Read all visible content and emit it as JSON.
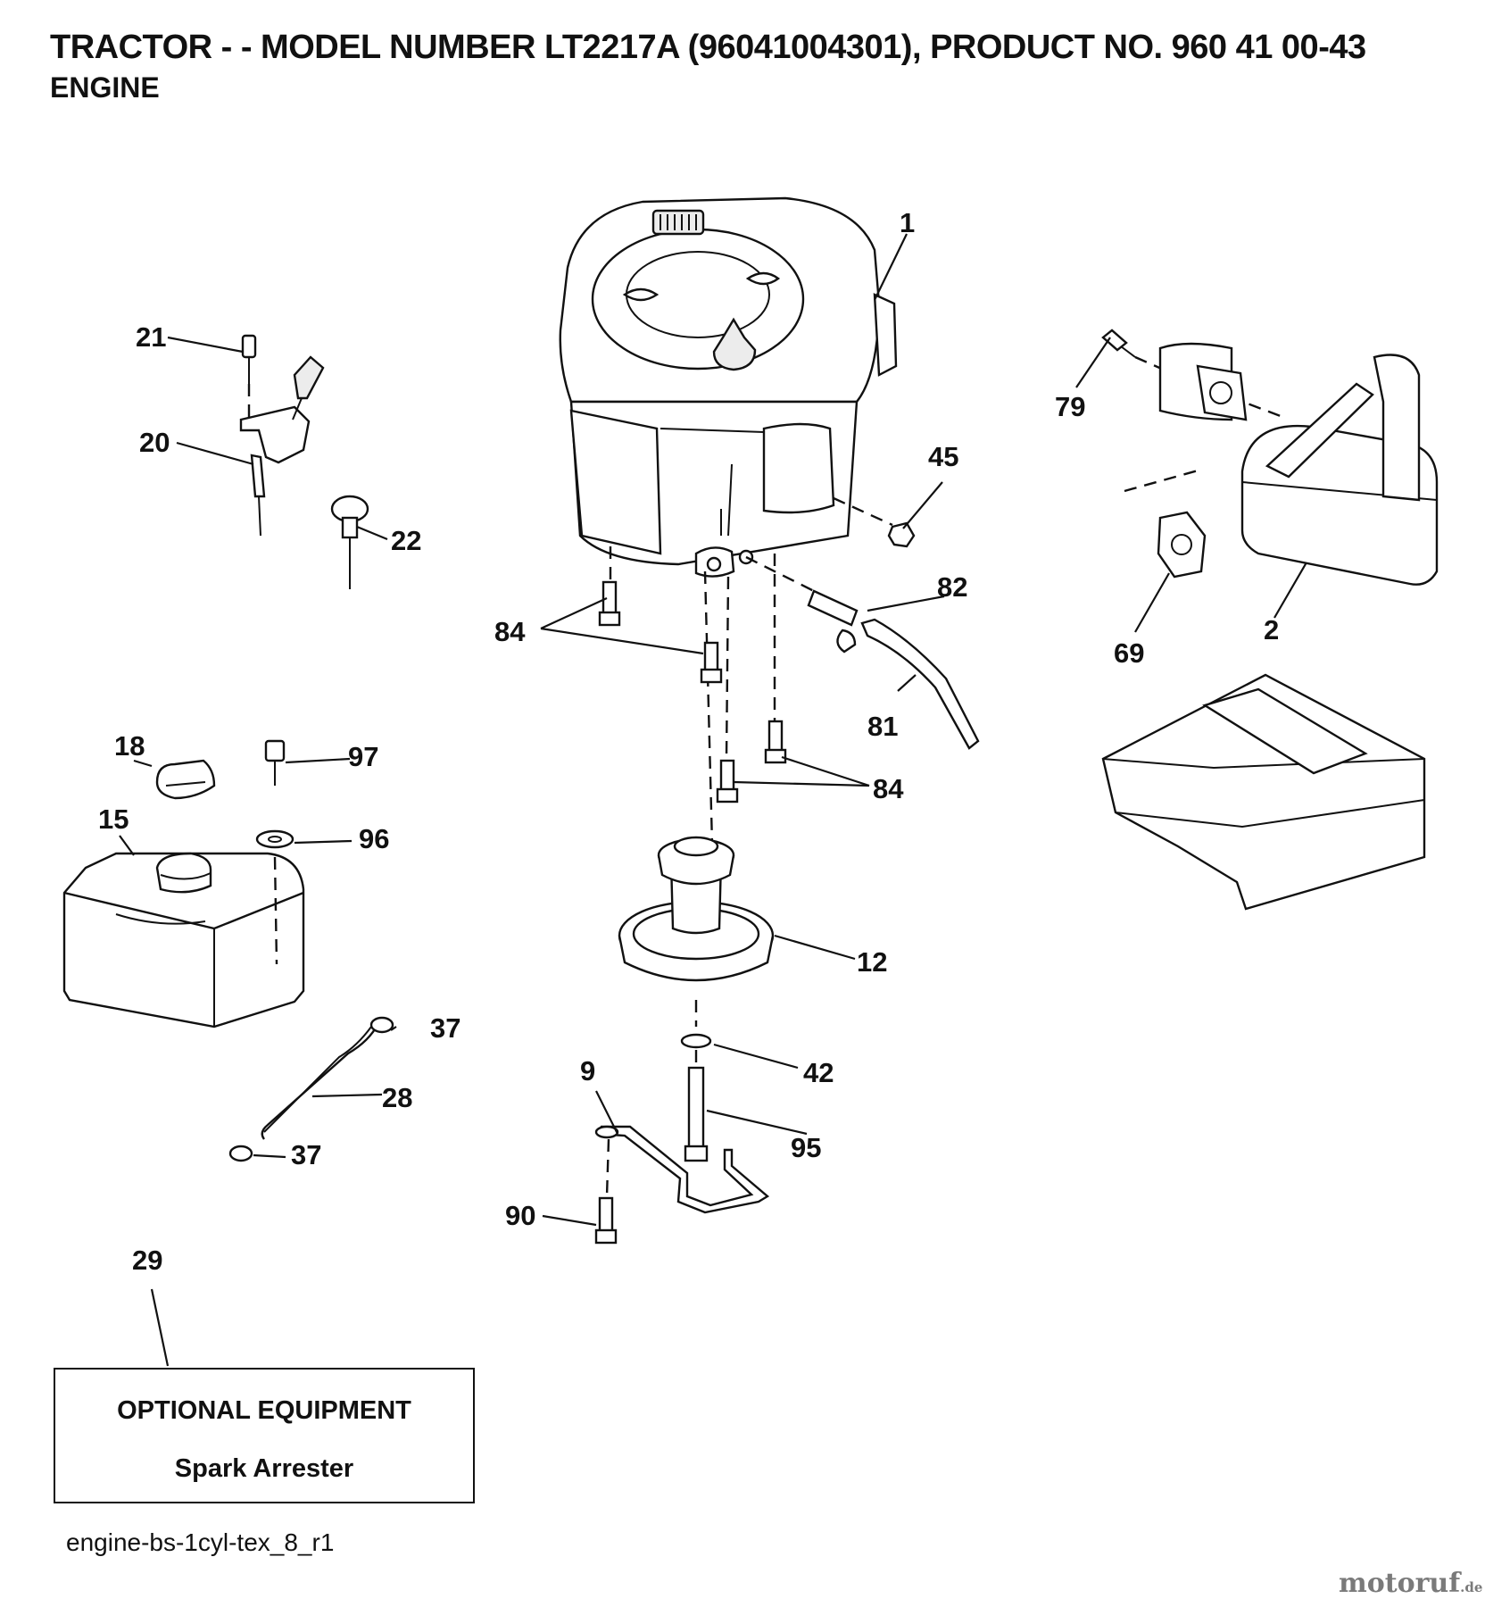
{
  "header": {
    "title": "TRACTOR - - MODEL NUMBER LT2217A (96041004301), PRODUCT NO. 960 41 00-43",
    "subtitle": "ENGINE"
  },
  "callouts": {
    "p1": "1",
    "p2": "2",
    "p9": "9",
    "p12": "12",
    "p15": "15",
    "p18": "18",
    "p20": "20",
    "p21": "21",
    "p22": "22",
    "p28": "28",
    "p29": "29",
    "p37a": "37",
    "p37b": "37",
    "p42": "42",
    "p45": "45",
    "p69": "69",
    "p79": "79",
    "p81": "81",
    "p82": "82",
    "p84a": "84",
    "p84b": "84",
    "p90": "90",
    "p95": "95",
    "p96": "96",
    "p97": "97"
  },
  "optional_equipment": {
    "heading": "OPTIONAL EQUIPMENT",
    "item": "Spark Arrester"
  },
  "footer": {
    "reference": "engine-bs-1cyl-tex_8_r1",
    "watermark_main": "motoruf",
    "watermark_suffix": ".de"
  }
}
